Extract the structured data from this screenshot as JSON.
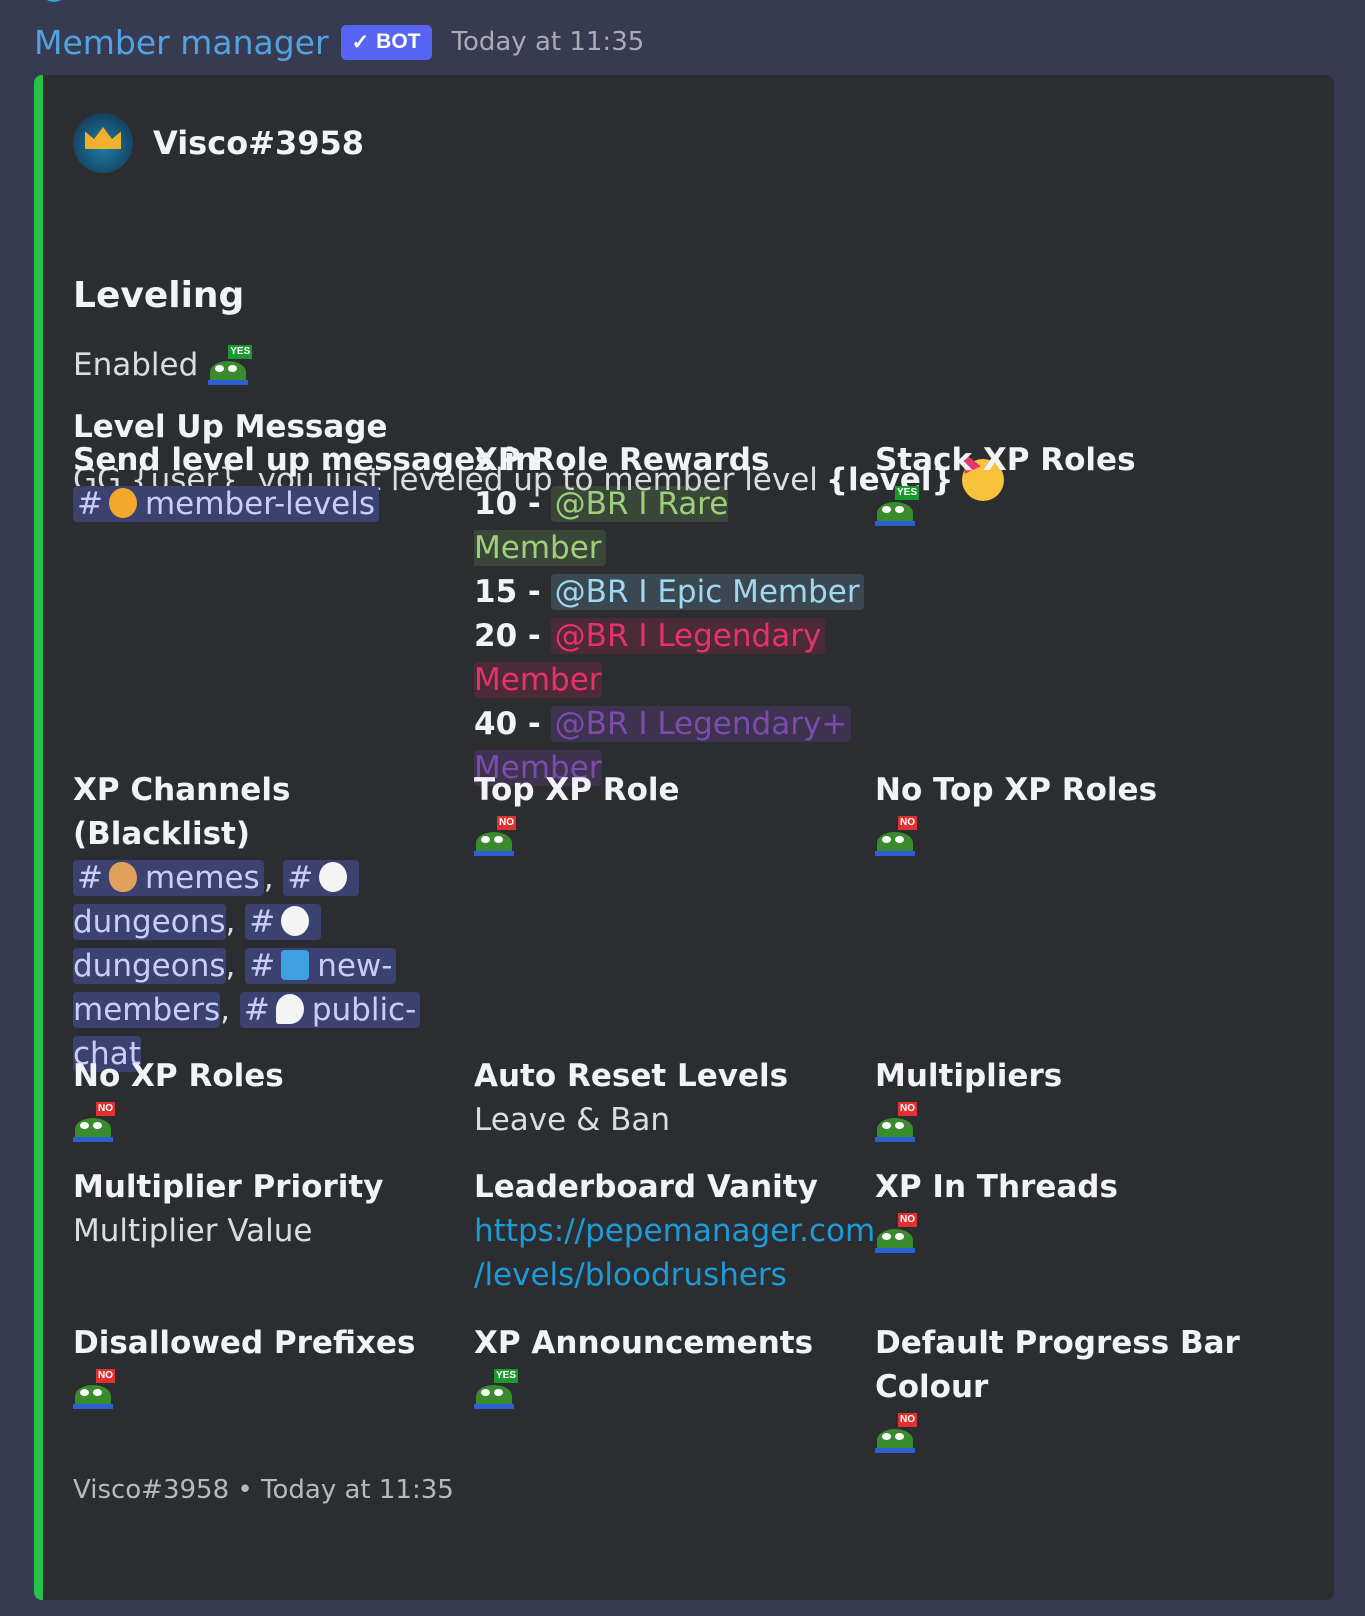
{
  "message": {
    "author": "Member manager",
    "bot_tag": "BOT",
    "timestamp": "Today at 11:35"
  },
  "embed": {
    "author": "Visco#3958",
    "title": "Leveling",
    "enabled_label": "Enabled",
    "level_up_title": "Level Up Message",
    "level_up_text": "GG {user}, you just leveled up to member level",
    "level_up_bold": "{level}",
    "fields": {
      "send_in": {
        "name": "Send level up messages in",
        "channel": "member-levels"
      },
      "role_rewards": {
        "name": "XP Role Rewards",
        "items": [
          {
            "level": "10 -",
            "role": "@BR I Rare Member"
          },
          {
            "level": "15 -",
            "role": "@BR I Epic Member"
          },
          {
            "level": "20 -",
            "role_a": "@BR I Legendary",
            "role_b": "Member"
          },
          {
            "level": "40 -",
            "role_a": "@BR I Legendary+",
            "role_b": "Member"
          }
        ]
      },
      "stack": {
        "name": "Stack XP Roles"
      },
      "blacklist": {
        "name": "XP Channels (Blacklist)",
        "channels": [
          "memes",
          "dungeons",
          "dungeons",
          "new-",
          "members",
          "public-",
          "chat"
        ]
      },
      "top_role": {
        "name": "Top XP Role"
      },
      "no_top": {
        "name": "No Top XP Roles"
      },
      "no_xp": {
        "name": "No XP Roles"
      },
      "auto_reset": {
        "name": "Auto Reset Levels",
        "value": "Leave & Ban"
      },
      "multipliers": {
        "name": "Multipliers"
      },
      "priority": {
        "name": "Multiplier Priority",
        "value": "Multiplier Value"
      },
      "vanity": {
        "name": "Leaderboard Vanity",
        "line1": "https://pepemanager.com",
        "line2": "/levels/bloodrushers"
      },
      "threads": {
        "name": "XP In Threads"
      },
      "prefixes": {
        "name": "Disallowed Prefixes"
      },
      "announcements": {
        "name": "XP Announcements"
      },
      "progress_bar": {
        "name_line1": "Default Progress Bar",
        "name_line2": "Colour"
      }
    },
    "footer": "Visco#3958 • Today at 11:35"
  },
  "emoji": {
    "yes_label": "YES",
    "no_label": "NO",
    "hash": "#",
    "comma": ",",
    "check": "✓"
  },
  "colors": {
    "accent_bar": "#26c24d",
    "background": "#383a52",
    "embed_bg": "#2b2d31",
    "author": "#4fa3e0",
    "bot_tag": "#5865f2",
    "link": "#1d9bd8"
  }
}
